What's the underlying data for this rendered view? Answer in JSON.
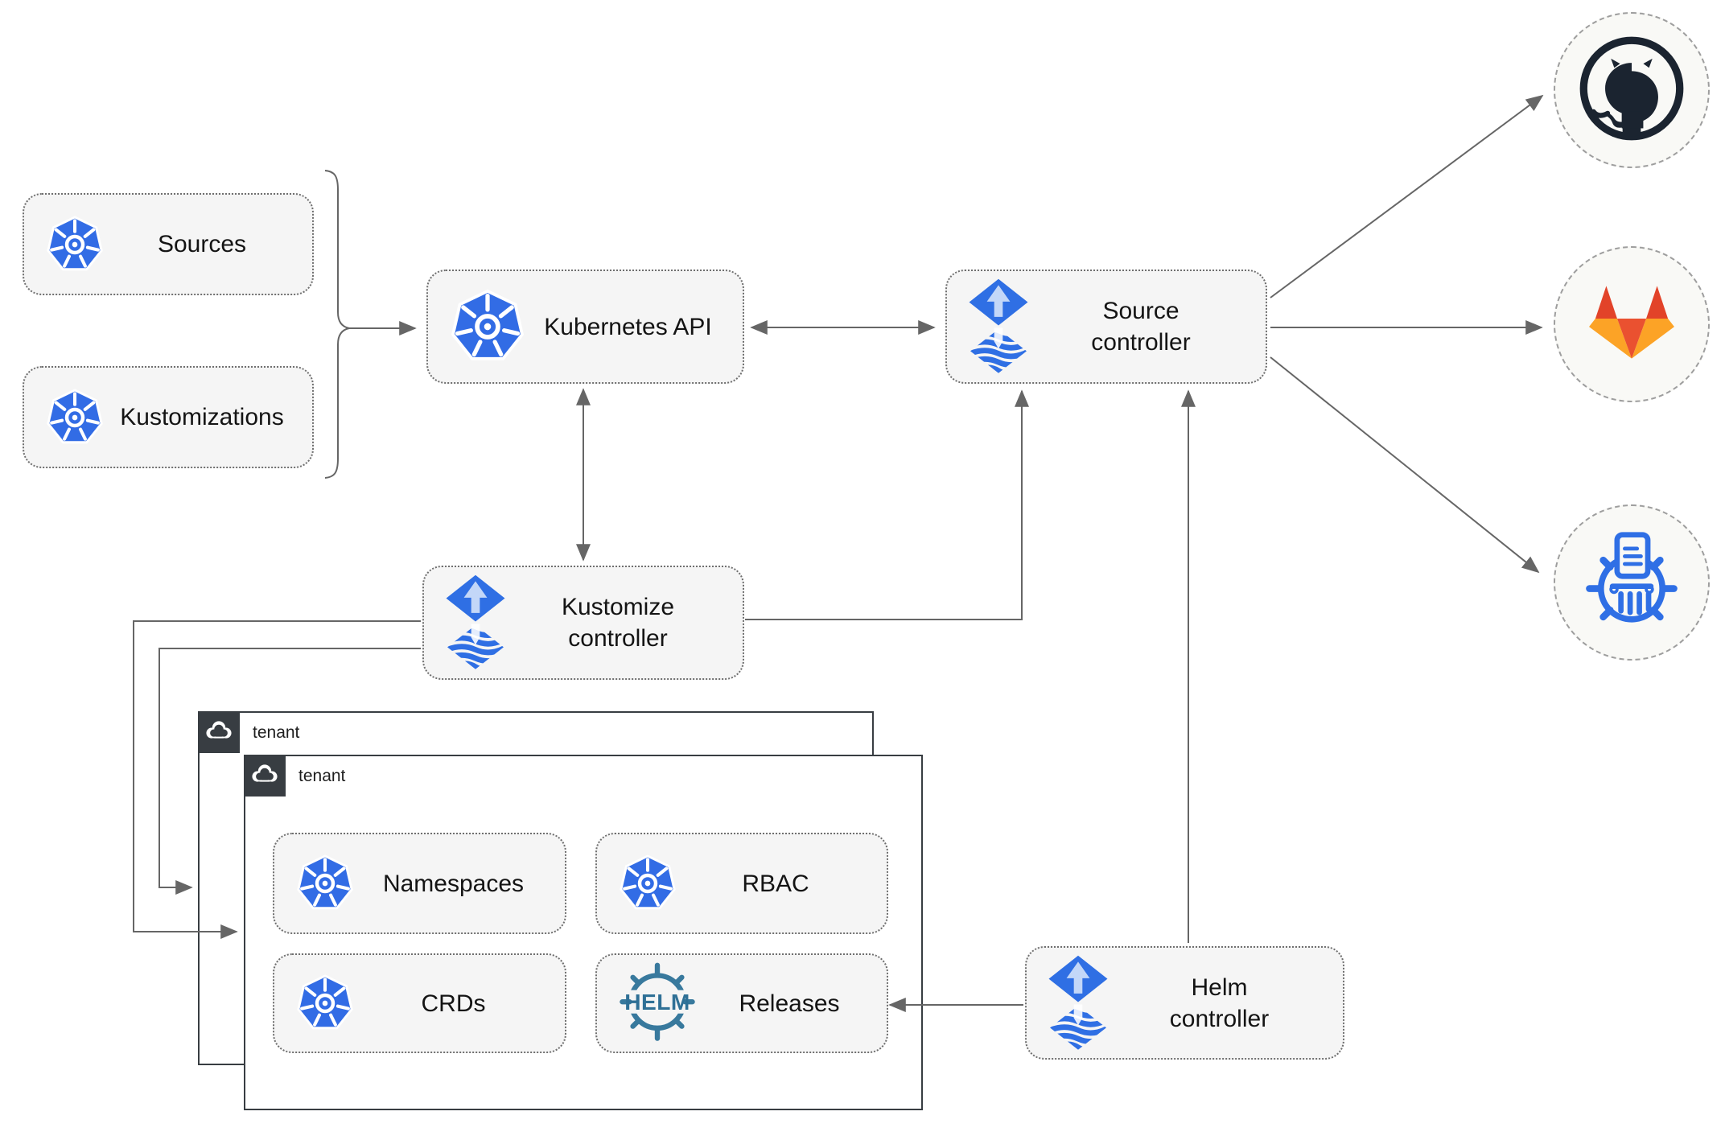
{
  "palette": {
    "kubernetes_blue": "#326CE5",
    "flux_blue": "#2F6FE4",
    "flux_arrow_light": "#C3D7F8",
    "helm_teal": "#38799D",
    "github_dark": "#1B2430",
    "gitlab_red": "#E24329",
    "gitlab_orange": "#EA5130",
    "gitlab_amber": "#FCA326",
    "line_gray": "#666666",
    "node_fill": "#F5F5F5",
    "node_border": "#6F6F6F",
    "tenant_dark": "#383D42",
    "remote_circle_fill": "#F9F9F6"
  },
  "nodes": {
    "sources": {
      "label": "Sources",
      "icon": "kubernetes-icon"
    },
    "kustomizations": {
      "label": "Kustomizations",
      "icon": "kubernetes-icon"
    },
    "kubernetes_api": {
      "label": "Kubernetes API",
      "icon": "kubernetes-icon"
    },
    "source_controller": {
      "label": "Source\ncontroller",
      "icon": "flux-icon"
    },
    "kustomize_controller": {
      "label": "Kustomize\ncontroller",
      "icon": "flux-icon"
    },
    "helm_controller": {
      "label": "Helm\ncontroller",
      "icon": "flux-icon"
    },
    "namespaces": {
      "label": "Namespaces",
      "icon": "kubernetes-icon"
    },
    "rbac": {
      "label": "RBAC",
      "icon": "kubernetes-icon"
    },
    "crds": {
      "label": "CRDs",
      "icon": "kubernetes-icon"
    },
    "releases": {
      "label": "Releases",
      "icon": "helm-icon",
      "icon_text": "HELM"
    }
  },
  "tenants": {
    "outer": {
      "label": "tenant",
      "icon": "cloud-icon"
    },
    "inner": {
      "label": "tenant",
      "icon": "cloud-icon"
    }
  },
  "remotes": [
    {
      "icon": "github-icon"
    },
    {
      "icon": "gitlab-icon"
    },
    {
      "icon": "container-registry-icon"
    }
  ]
}
